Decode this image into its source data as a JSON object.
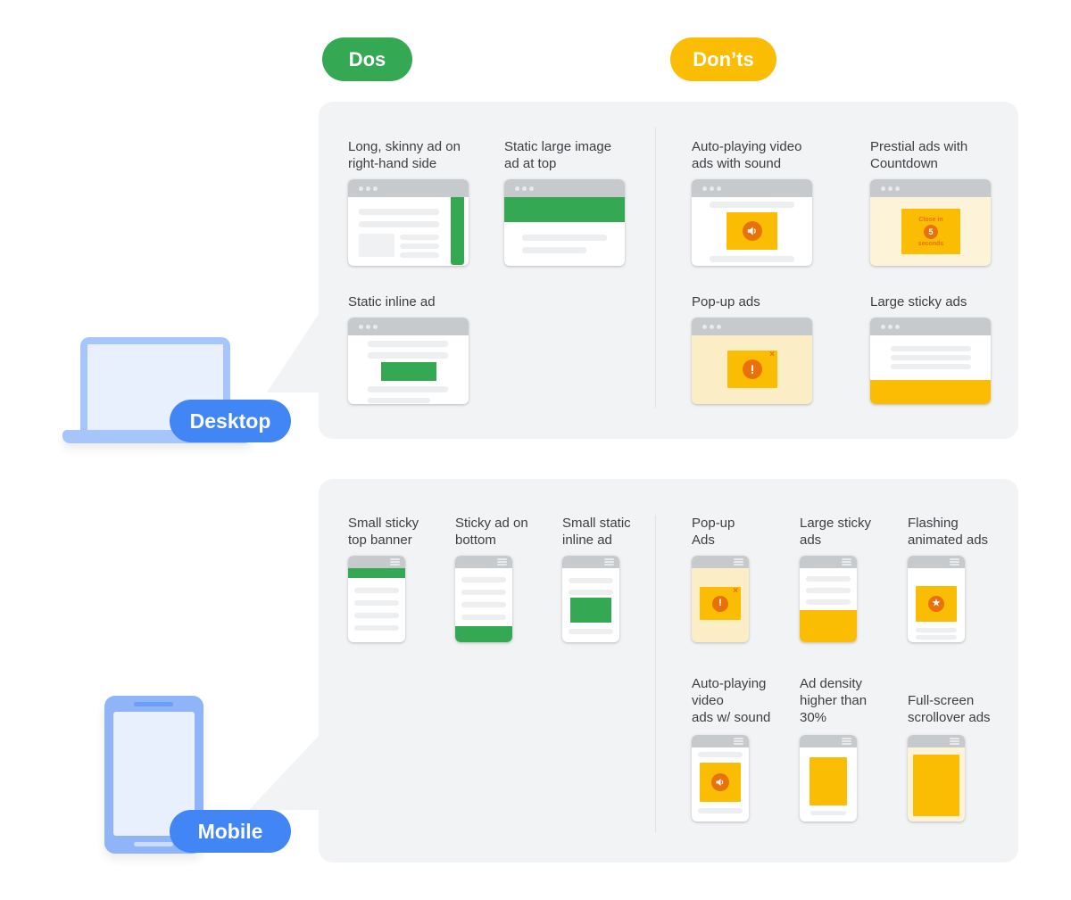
{
  "colors": {
    "green": "#34A853",
    "yellow": "#FBBC04",
    "orange": "#E8710A",
    "blue": "#4285F4",
    "panel": "#F2F3F5",
    "cream": "#FBEEC6",
    "cream_light": "#FDF3D8",
    "chrome": "#C7CACC",
    "text": "#3C4043"
  },
  "glyphs": {
    "exclamation": "!",
    "star": "★",
    "close": "×"
  },
  "badges": {
    "dos": "Dos",
    "donts": "Don’ts"
  },
  "devices": {
    "desktop": "Desktop",
    "mobile": "Mobile"
  },
  "desktop": {
    "dos": [
      {
        "label": [
          "Long, skinny ad on",
          "right-hand side"
        ],
        "variant": "right-rail"
      },
      {
        "label": [
          "Static large image",
          "ad at top"
        ],
        "variant": "top-banner"
      },
      {
        "label": [
          "Static inline ad"
        ],
        "variant": "inline"
      }
    ],
    "donts": [
      {
        "label": [
          "Auto-playing video",
          "ads with sound"
        ],
        "variant": "video-sound",
        "icon": "speaker-icon"
      },
      {
        "label": [
          "Prestial ads with",
          "Countdown"
        ],
        "variant": "countdown",
        "countdown": {
          "line1": "Close in",
          "number": "5",
          "line2": "seconds"
        }
      },
      {
        "label": [
          "Pop-up ads"
        ],
        "variant": "popup",
        "icon": "warning-icon"
      },
      {
        "label": [
          "Large sticky ads"
        ],
        "variant": "sticky-bottom"
      }
    ]
  },
  "mobile": {
    "dos": [
      {
        "label": [
          "Small sticky",
          "top banner"
        ],
        "variant": "m-top-banner"
      },
      {
        "label": [
          "Sticky ad on",
          "bottom"
        ],
        "variant": "m-sticky-bottom-green"
      },
      {
        "label": [
          "Small static",
          "inline ad"
        ],
        "variant": "m-inline"
      }
    ],
    "donts": [
      {
        "label": [
          "Pop-up",
          "Ads"
        ],
        "variant": "m-popup",
        "icon": "warning-icon"
      },
      {
        "label": [
          "Large sticky",
          "ads"
        ],
        "variant": "m-sticky-bottom"
      },
      {
        "label": [
          "Flashing",
          "animated ads"
        ],
        "variant": "m-flashing",
        "icon": "star-icon"
      },
      {
        "label": [
          "Auto-playing",
          "video",
          "ads w/ sound"
        ],
        "variant": "m-video-sound",
        "icon": "speaker-icon"
      },
      {
        "label": [
          "Ad density",
          "higher than",
          "30%"
        ],
        "variant": "m-density"
      },
      {
        "label": [
          "Full-screen",
          "scrollover ads"
        ],
        "variant": "m-scrollover"
      }
    ]
  }
}
